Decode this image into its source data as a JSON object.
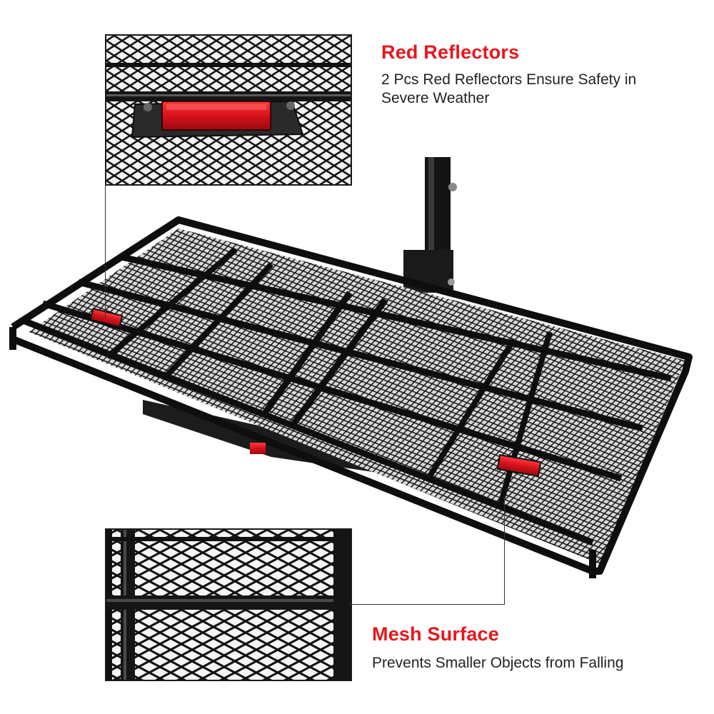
{
  "features": [
    {
      "title": "Red Reflectors",
      "lines": [
        "2 Pcs Red Reflectors Ensure Safety in",
        "Severe Weather"
      ]
    },
    {
      "title": "Mesh Surface",
      "lines": [
        "Prevents Smaller Objects from Falling"
      ]
    }
  ],
  "colors": {
    "accent_red": "#e8161b",
    "reflector_red": "#d6121c",
    "metal_black": "#111111",
    "text_dark": "#222222"
  },
  "images": {
    "main_product": "folding-hitch-cargo-carrier",
    "inset_top": "reflector-closeup",
    "inset_bottom": "mesh-closeup"
  }
}
